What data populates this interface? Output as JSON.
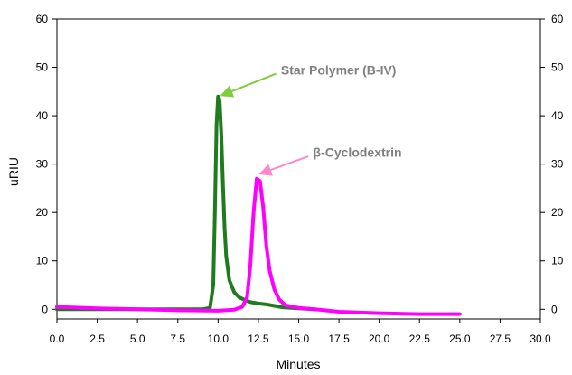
{
  "chart_data": {
    "type": "line",
    "title": "",
    "xlabel": "Minutes",
    "ylabel": "uRIU",
    "xlim": [
      0,
      30
    ],
    "ylim": [
      -2,
      60
    ],
    "x_ticks": [
      "0.0",
      "2.5",
      "5.0",
      "7.5",
      "10.0",
      "12.5",
      "15.0",
      "17.5",
      "20.0",
      "22.5",
      "25.0",
      "27.5",
      "30.0"
    ],
    "y_ticks": [
      "0",
      "10",
      "20",
      "30",
      "40",
      "50",
      "60"
    ],
    "y_ticks_right": [
      "0",
      "10",
      "20",
      "30",
      "40",
      "50",
      "60"
    ],
    "grid": false,
    "legend": "none",
    "series": [
      {
        "color": "#1e7b1e",
        "x": [
          0,
          5,
          9.0,
          9.5,
          9.7,
          9.8,
          9.9,
          10.0,
          10.1,
          10.2,
          10.3,
          10.4,
          10.5,
          10.7,
          11.0,
          11.3,
          11.6,
          12.0,
          12.5,
          13.0,
          13.5,
          14.0,
          15.0,
          16.0
        ],
        "y": [
          0,
          0,
          0,
          0.3,
          5,
          20,
          38,
          44,
          43,
          36,
          26,
          17,
          11,
          6,
          3.5,
          2.5,
          2,
          1.5,
          1.2,
          1,
          0.7,
          0.4,
          0.2,
          0
        ]
      },
      {
        "color": "#ff00ff",
        "x": [
          0,
          2.5,
          5,
          7.5,
          10,
          11.0,
          11.5,
          11.8,
          12.0,
          12.2,
          12.4,
          12.6,
          12.8,
          13.0,
          13.2,
          13.5,
          13.8,
          14.2,
          15.0,
          16,
          17.5,
          20,
          22.5,
          25
        ],
        "y": [
          0.5,
          0.2,
          0,
          -0.2,
          -0.3,
          -0.1,
          0.5,
          2.5,
          9,
          20,
          27,
          26.5,
          21,
          13,
          8,
          4,
          2,
          0.8,
          0.3,
          0,
          -0.5,
          -0.8,
          -1,
          -1
        ]
      }
    ],
    "annotations": [
      {
        "text": "Star Polymer (B-IV)",
        "color": "#808080",
        "arrow_color": "#7ecf3a",
        "text_x": 13.9,
        "text_y": 48.5,
        "arrow_from": [
          13.6,
          48.7
        ],
        "arrow_to": [
          10.2,
          44.2
        ]
      },
      {
        "text": "β-Cyclodextrin",
        "color": "#808080",
        "arrow_color": "#ff88cc",
        "text_x": 15.9,
        "text_y": 31.5,
        "arrow_from": [
          15.6,
          31.6
        ],
        "arrow_to": [
          12.6,
          28.0
        ]
      }
    ]
  }
}
